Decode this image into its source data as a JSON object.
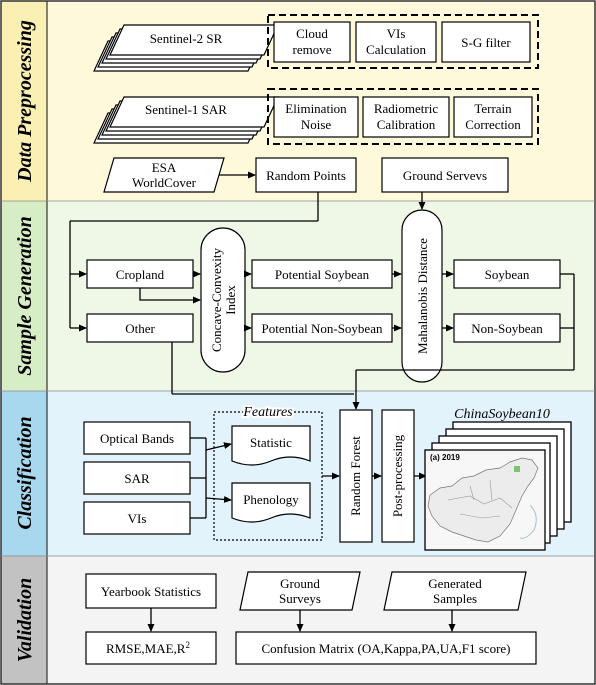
{
  "stages": {
    "preprocessing": "Data Preprocessing",
    "sample_generation": "Sample Generation",
    "classification": "Classification",
    "validation": "Validation"
  },
  "preprocessing": {
    "s2_label": "Sentinel-2 SR",
    "s2_steps": [
      "Cloud",
      "remove",
      "VIs",
      "Calculation",
      "S-G filter"
    ],
    "s1_label": "Sentinel-1 SAR",
    "s1_steps": [
      "Elimination",
      "Noise",
      "Radiometric",
      "Calibration",
      "Terrain",
      "Correction"
    ],
    "worldcover": [
      "ESA",
      "WorldCover"
    ],
    "random_points": "Random Points",
    "ground_surveys": "Ground Servevs"
  },
  "samples": {
    "cropland": "Cropland",
    "other": "Other",
    "cci": [
      "Concave-Convexity",
      "Index"
    ],
    "potential_soybean": "Potential Soybean",
    "potential_non_soybean": "Potential Non-Soybean",
    "mahalanobis": "Mahalanobis Distance",
    "soybean": "Soybean",
    "non_soybean": "Non-Soybean"
  },
  "classification": {
    "optical": "Optical Bands",
    "sar": "SAR",
    "vis": "VIs",
    "features_title": "Features",
    "statistic": "Statistic",
    "phenology": "Phenology",
    "random_forest": "Random Forest",
    "post_processing": "Post-processing",
    "product_title": "ChinaSoybean10",
    "map_label": "(a) 2019"
  },
  "validation": {
    "yearbook": "Yearbook Statistics",
    "ground_surveys": [
      "Ground",
      "Surveys"
    ],
    "generated": [
      "Generated",
      "Samples"
    ],
    "metrics_prefix": "RMSE,MAE,R",
    "metrics_sup": "2",
    "confusion": "Confusion Matrix (OA,Kappa,PA,UA,F1 score)"
  },
  "colors": {
    "preprocessing_bg": "#fff9dc",
    "preprocessing_bar": "#fbf0b3",
    "sample_bg": "#eff8e6",
    "sample_bar": "#d6edc6",
    "classification_bg": "#e3f3fb",
    "classification_bar": "#a7d8ee",
    "validation_bg": "#f4f4f4",
    "validation_bar": "#c2c2c2"
  }
}
